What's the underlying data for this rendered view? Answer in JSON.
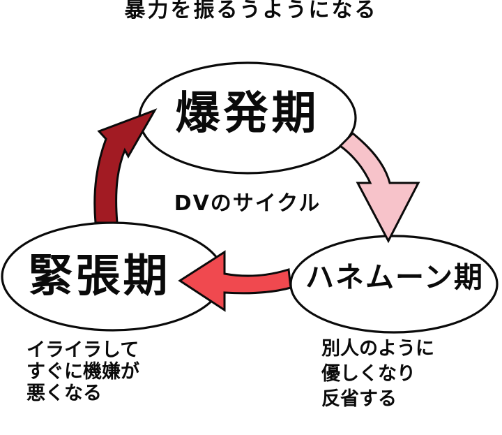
{
  "diagram": {
    "top_label": "暴力を振るうようになる",
    "title": "DVのサイクル",
    "nodes": {
      "explosion": {
        "label": "爆発期"
      },
      "tension": {
        "label": "緊張期",
        "caption_lines": [
          "イライラして",
          "すぐに機嫌が",
          "悪くなる"
        ]
      },
      "honeymoon": {
        "label": "ハネムーン期",
        "caption_lines": [
          "別人のように",
          "優しくなり",
          "反省する"
        ]
      }
    },
    "arrows": {
      "tension_to_explosion": {
        "name": "tension-to-explosion",
        "color": "#A21B23"
      },
      "explosion_to_honeymoon": {
        "name": "explosion-to-honeymoon",
        "color": "#F7C3CA"
      },
      "honeymoon_to_tension": {
        "name": "honeymoon-to-tension",
        "color": "#F0494F"
      }
    },
    "colors": {
      "node_fill": "#FFFFFF",
      "outline": "#0A0A0A",
      "text": "#0A0A0A"
    }
  }
}
